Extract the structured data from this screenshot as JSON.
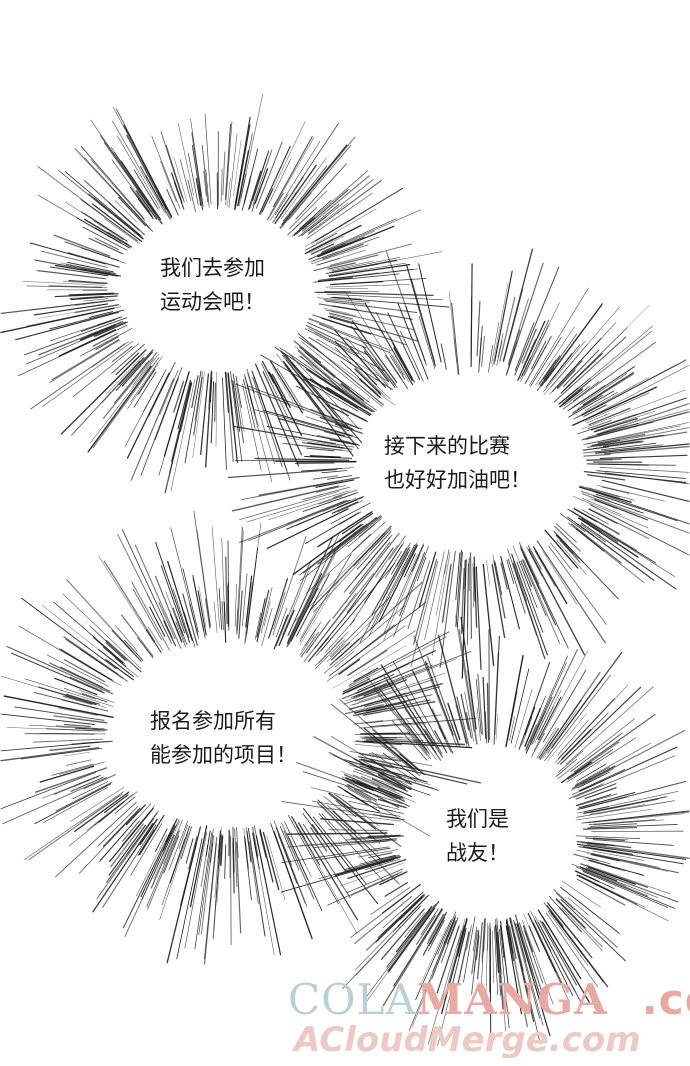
{
  "bubbles": [
    {
      "lines": [
        "我们去参加",
        "运动会吧！"
      ]
    },
    {
      "lines": [
        "接下来的比赛",
        "也好好加油吧！"
      ]
    },
    {
      "lines": [
        "报名参加所有",
        "能参加的项目！"
      ]
    },
    {
      "lines": [
        "我们是",
        "战友！"
      ]
    }
  ],
  "watermark": {
    "part_cola": "COLA",
    "part_manga": "MANGA",
    "part_com": ".com",
    "line2": "ACloudMerge.com"
  },
  "colors": {
    "ink": "#1a1a1a",
    "burst_line": "#222222",
    "watermark_blue": "#b9d0d6",
    "watermark_pink": "#e6aaa3"
  }
}
